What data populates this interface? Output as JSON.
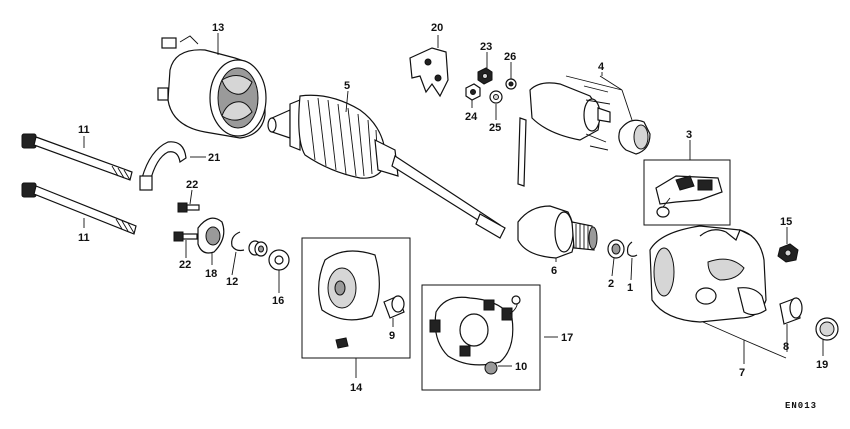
{
  "diagram": {
    "code": "EN013",
    "callouts": {
      "p1": "1",
      "p2": "2",
      "p3": "3",
      "p4": "4",
      "p5": "5",
      "p6": "6",
      "p7": "7",
      "p8": "8",
      "p9": "9",
      "p10": "10",
      "p11a": "11",
      "p11b": "11",
      "p12": "12",
      "p13": "13",
      "p14": "14",
      "p15": "15",
      "p16": "16",
      "p17": "17",
      "p18": "18",
      "p19": "19",
      "p20": "20",
      "p21": "21",
      "p22a": "22",
      "p22b": "22",
      "p23": "23",
      "p24": "24",
      "p25": "25",
      "p26": "26"
    }
  }
}
